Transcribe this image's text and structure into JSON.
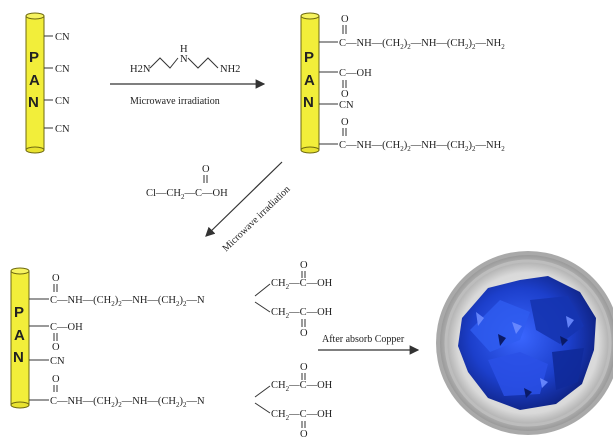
{
  "pan": {
    "p": "P",
    "a": "A",
    "n": "N"
  },
  "reagents": {
    "amine_left": "H2N",
    "amine_right": "NH2",
    "amine_nh": "N",
    "amine_h": "H",
    "chloroacetic_prefix": "Cl—CH",
    "chloroacetic_sub": "2",
    "chloroacetic_c": "—C—OH",
    "carbonyl_o": "O"
  },
  "conditions": {
    "step1": "Microwave irradiation",
    "step2": "Microwave irradiation",
    "step3": "After absorb Copper"
  },
  "groups": {
    "cn": "CN",
    "cooh_c": "C—OH",
    "carbonyl_o": "O",
    "amide_c": "C—NH—(CH",
    "sub2": "2",
    "paren_close": ")",
    "nh_mid": "—NH—(CH",
    "nh2_end": "—NH",
    "n_end": "—N",
    "ch2cooh_a": "CH",
    "ch2cooh_b": "—C—OH"
  },
  "colors": {
    "pan_fill": "#f2ee3a",
    "pan_stroke": "#6f6a10",
    "copper": "#1e3fbf"
  }
}
